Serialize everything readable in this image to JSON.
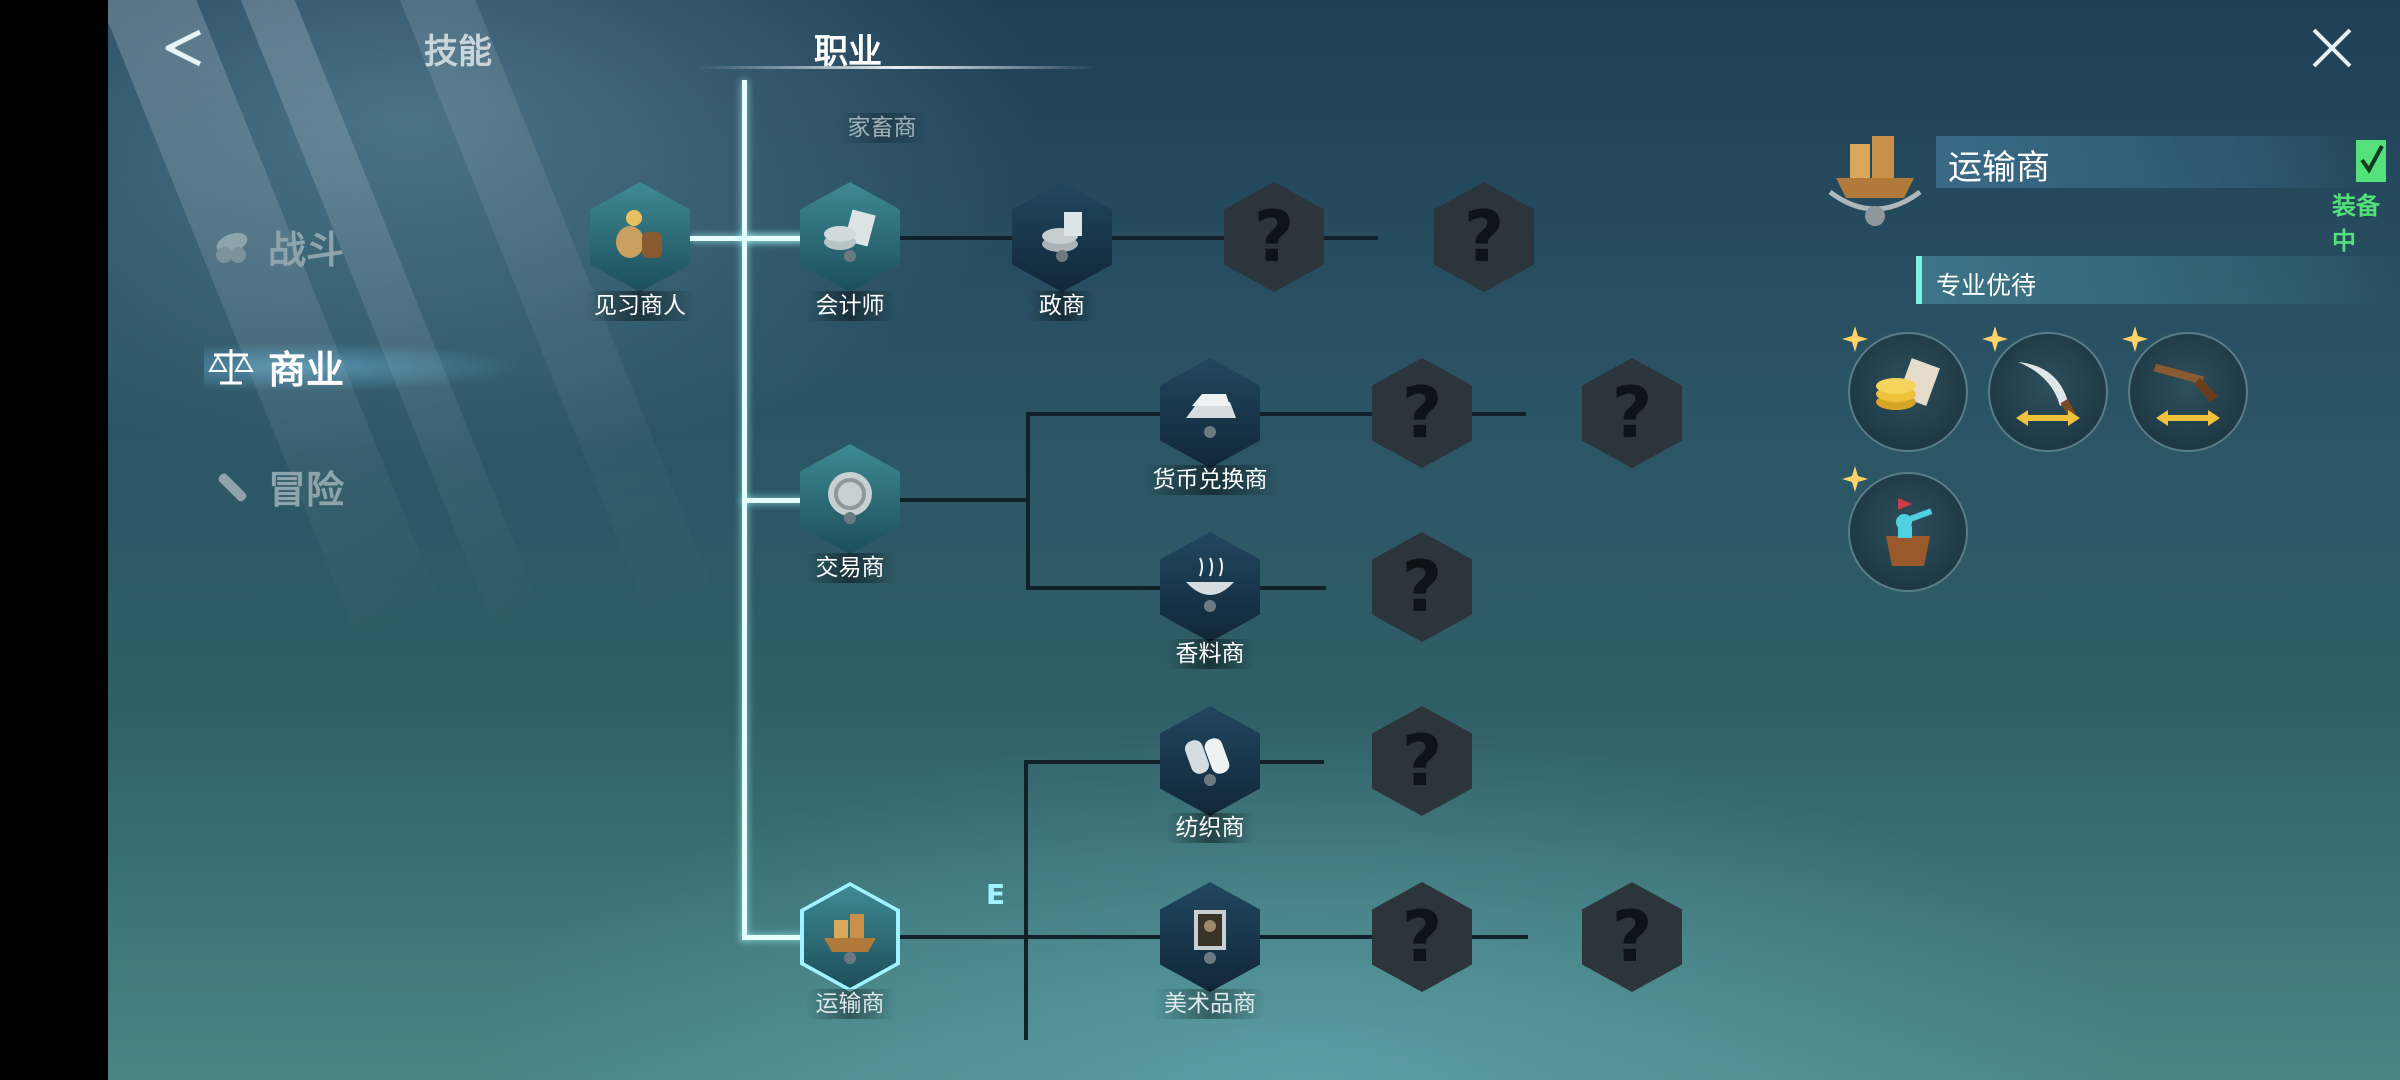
{
  "tabs": {
    "skill": "技能",
    "career": "职业"
  },
  "sidebar": {
    "battle": "战斗",
    "commerce": "商业",
    "adventure": "冒险"
  },
  "tree": {
    "root": "见习商人",
    "top_faded": "家畜商",
    "accountant": "会计师",
    "politician": "政商",
    "trader": "交易商",
    "currency_exchanger": "货币兑换商",
    "spice_merchant": "香料商",
    "textile_merchant": "纺织商",
    "transporter": "运输商",
    "art_dealer": "美术品商",
    "locked_glyph": "?",
    "equipped_badge": "E"
  },
  "panel": {
    "current_career": "运输商",
    "equipped_status": "装备中",
    "perk_section_title": "专业优待",
    "perk_icons": [
      "coins-document-icon",
      "scimitar-swap-icon",
      "flintlock-swap-icon",
      "lookout-spyglass-icon"
    ]
  },
  "colors": {
    "accent_cyan": "#9ff4ff",
    "equipped_green": "#54e07a",
    "bright_line": "#e6ffff"
  }
}
